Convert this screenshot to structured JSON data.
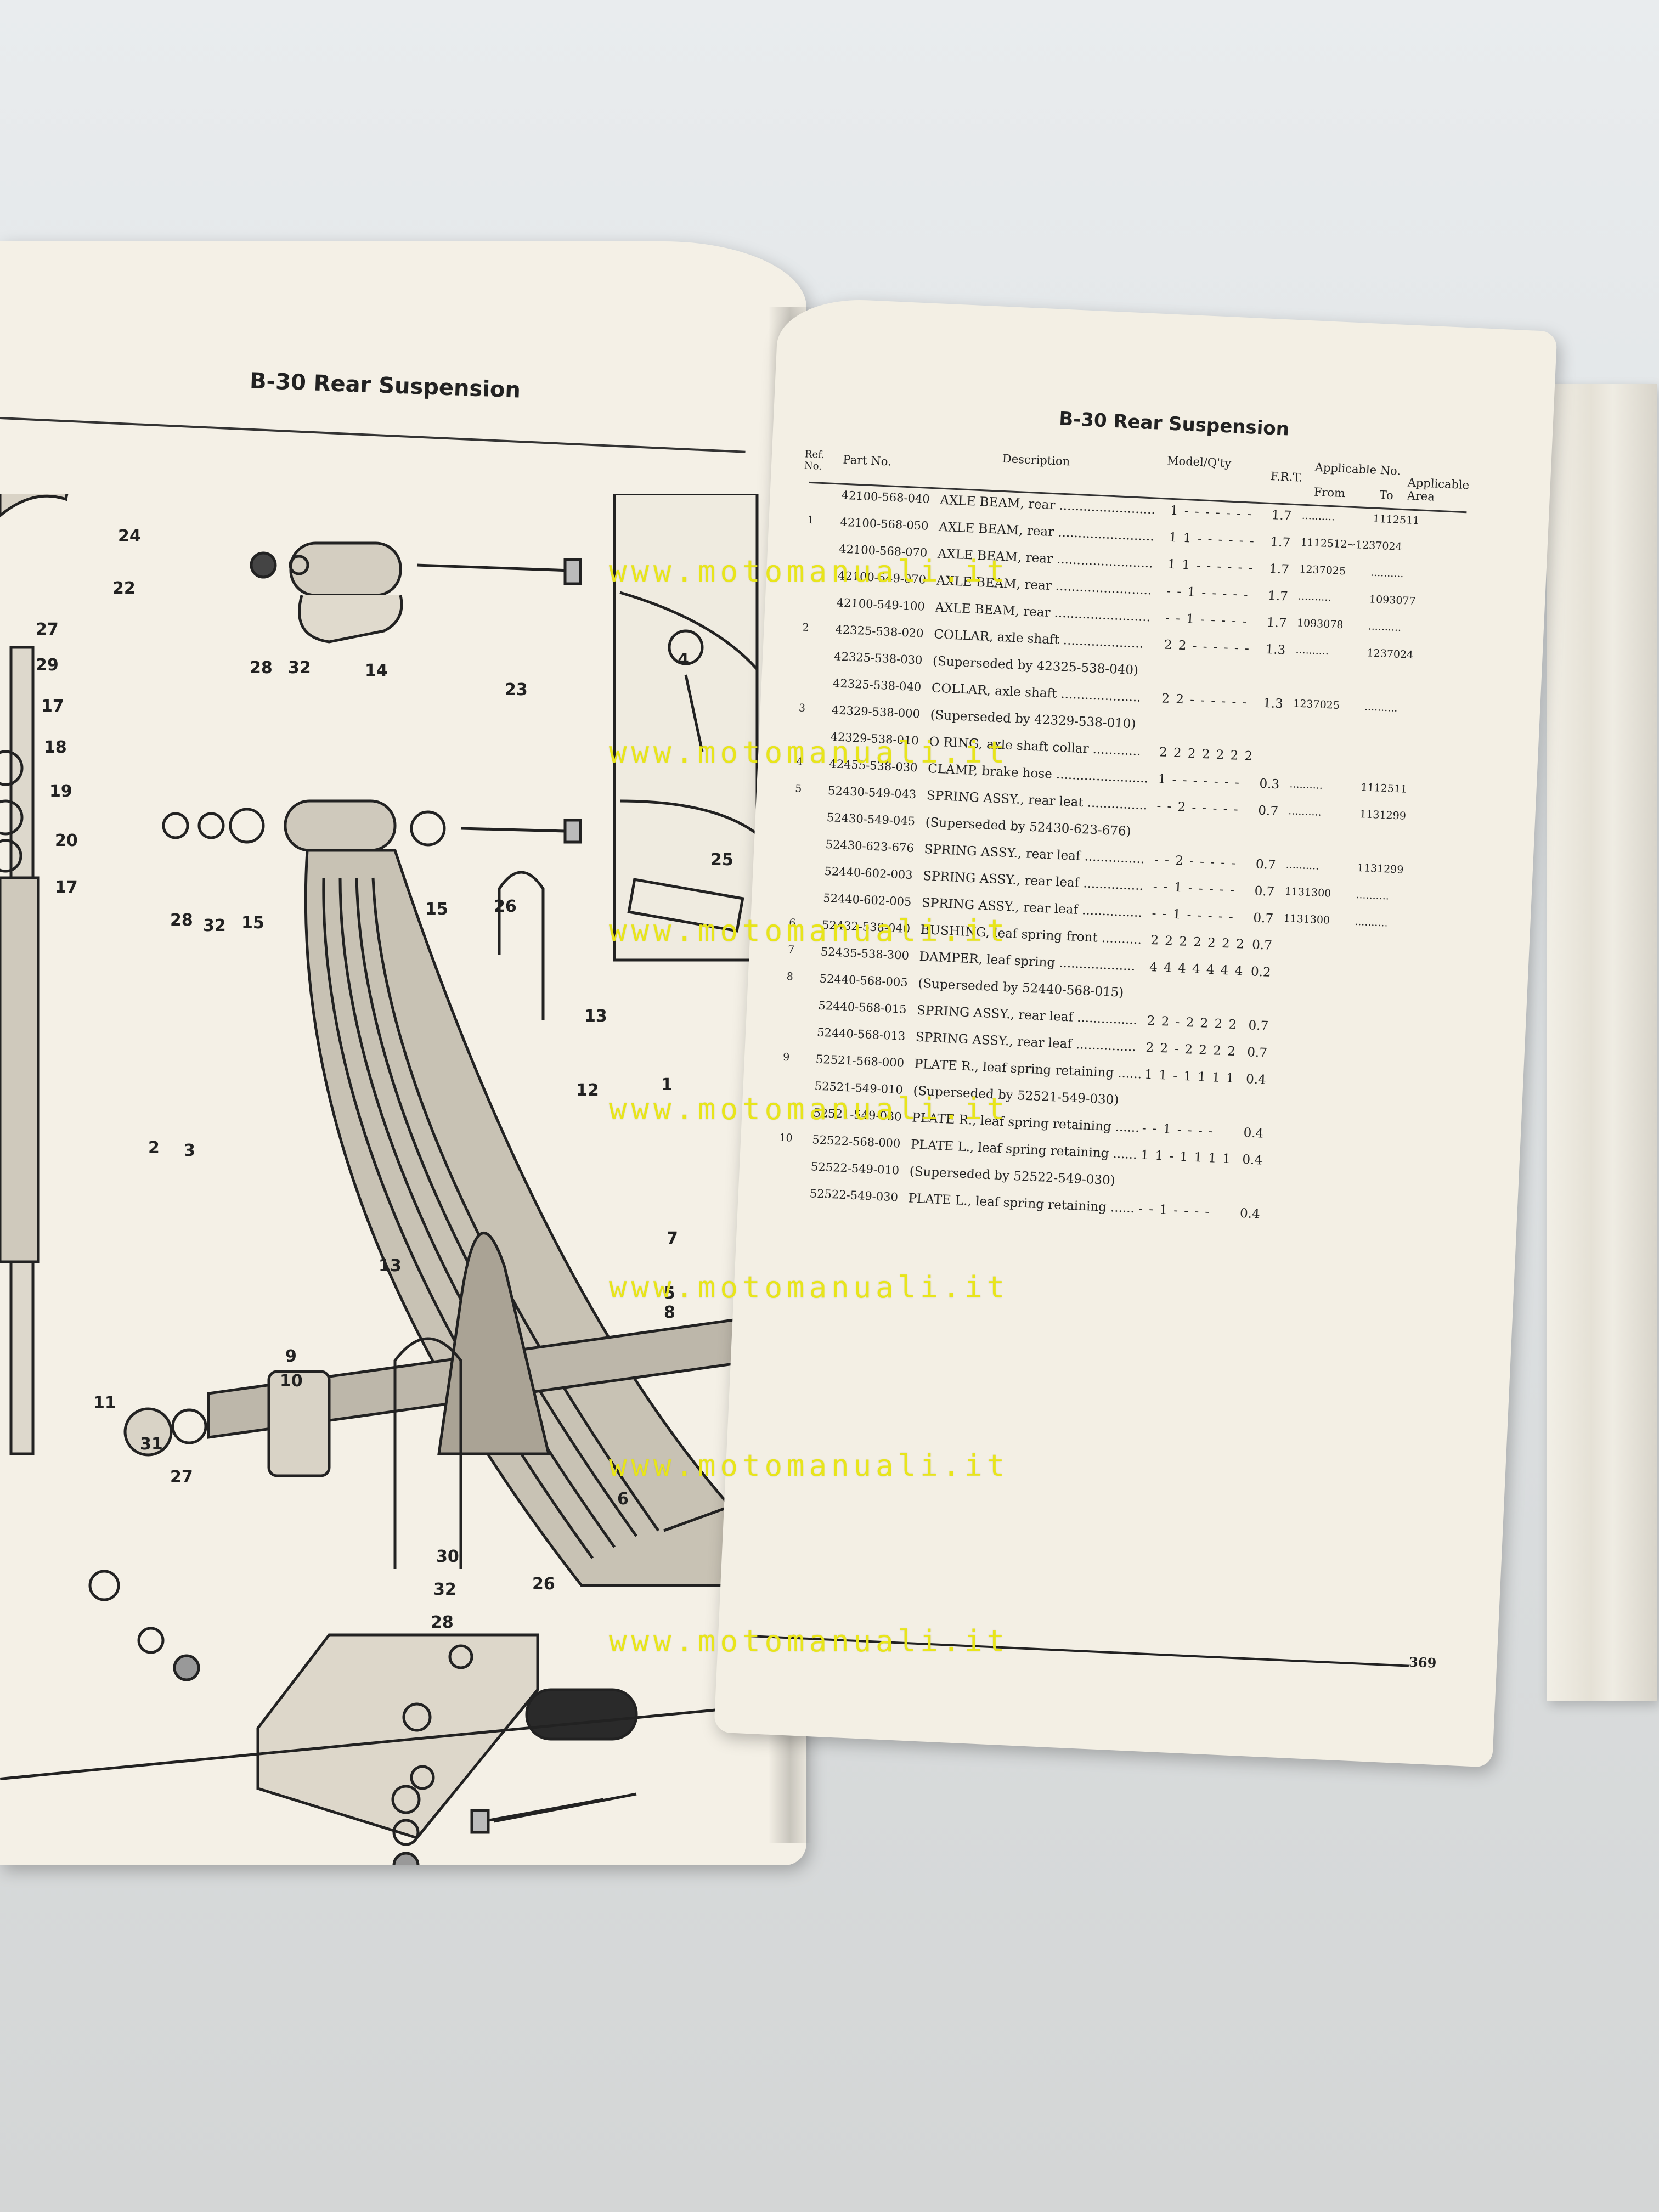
{
  "left_page": {
    "header": "B-30  Rear Suspension",
    "callouts": [
      "24",
      "22",
      "27",
      "29",
      "17",
      "18",
      "19",
      "20",
      "17",
      "28",
      "32",
      "14",
      "23",
      "28",
      "32",
      "15",
      "15",
      "26",
      "13",
      "12",
      "1",
      "4",
      "25",
      "2",
      "3",
      "13",
      "7",
      "9",
      "10",
      "5",
      "8",
      "11",
      "31",
      "27",
      "6",
      "30",
      "32",
      "28",
      "26"
    ]
  },
  "right_page": {
    "header": "B-30  Rear Suspension",
    "columns": {
      "ref": "Ref. No.",
      "part": "Part No.",
      "desc": "Description",
      "model": "Model/Q'ty",
      "frt": "F.R.T.",
      "applicable_no": "Applicable No.",
      "from": "From",
      "to": "To",
      "area": "Applicable Area"
    },
    "rows": [
      {
        "ref": "",
        "part": "42100-568-040",
        "desc": "AXLE BEAM, rear ........................",
        "qty": "1 - - - - - - -",
        "frt": "1.7",
        "from": "..........",
        "to": "1112511"
      },
      {
        "ref": "1",
        "part": "42100-568-050",
        "desc": "AXLE BEAM, rear ........................",
        "qty": "1 1 - - - - - -",
        "frt": "1.7",
        "from": "1112512~1237024",
        "to": ""
      },
      {
        "ref": "",
        "part": "42100-568-070",
        "desc": "AXLE BEAM, rear ........................",
        "qty": "1 1 - - - - - -",
        "frt": "1.7",
        "from": "1237025",
        "to": ".........."
      },
      {
        "ref": "",
        "part": "42100-549-070",
        "desc": "AXLE BEAM, rear ........................",
        "qty": "- - 1 - - - - -",
        "frt": "1.7",
        "from": "..........",
        "to": "1093077"
      },
      {
        "ref": "",
        "part": "42100-549-100",
        "desc": "AXLE BEAM, rear ........................",
        "qty": "- - 1 - - - - -",
        "frt": "1.7",
        "from": "1093078",
        "to": ".........."
      },
      {
        "ref": "2",
        "part": "42325-538-020",
        "desc": "COLLAR, axle shaft ....................",
        "qty": "2 2 - - - - - -",
        "frt": "1.3",
        "from": "..........",
        "to": "1237024"
      },
      {
        "ref": "",
        "part": "42325-538-030",
        "desc": "(Superseded by 42325-538-040)",
        "qty": "",
        "frt": "",
        "from": "",
        "to": ""
      },
      {
        "ref": "",
        "part": "42325-538-040",
        "desc": "COLLAR, axle shaft ....................",
        "qty": "2 2 - - - - - -",
        "frt": "1.3",
        "from": "1237025",
        "to": ".........."
      },
      {
        "ref": "3",
        "part": "42329-538-000",
        "desc": "(Superseded by 42329-538-010)",
        "qty": "",
        "frt": "",
        "from": "",
        "to": ""
      },
      {
        "ref": "",
        "part": "42329-538-010",
        "desc": "O RING, axle shaft collar ............",
        "qty": "2 2 2 2 2 2 2",
        "frt": "",
        "from": "",
        "to": ""
      },
      {
        "ref": "4",
        "part": "42455-538-030",
        "desc": "CLAMP, brake hose .......................",
        "qty": "1 - - - - - - -",
        "frt": "0.3",
        "from": "..........",
        "to": "1112511"
      },
      {
        "ref": "5",
        "part": "52430-549-043",
        "desc": "SPRING ASSY., rear leat ...............",
        "qty": "- - 2 - - - - -",
        "frt": "0.7",
        "from": "..........",
        "to": "1131299"
      },
      {
        "ref": "",
        "part": "52430-549-045",
        "desc": "(Superseded by 52430-623-676)",
        "qty": "",
        "frt": "",
        "from": "",
        "to": ""
      },
      {
        "ref": "",
        "part": "52430-623-676",
        "desc": "SPRING ASSY., rear leaf ...............",
        "qty": "- - 2 - - - - -",
        "frt": "0.7",
        "from": "..........",
        "to": "1131299"
      },
      {
        "ref": "",
        "part": "52440-602-003",
        "desc": "SPRING ASSY., rear leaf ...............",
        "qty": "- - 1 - - - - -",
        "frt": "0.7",
        "from": "1131300",
        "to": ".........."
      },
      {
        "ref": "",
        "part": "52440-602-005",
        "desc": "SPRING ASSY., rear leaf ...............",
        "qty": "- - 1 - - - - -",
        "frt": "0.7",
        "from": "1131300",
        "to": ".........."
      },
      {
        "ref": "6",
        "part": "52432-538-040",
        "desc": "BUSHING, leaf spring front ..........",
        "qty": "2 2 2 2 2 2 2",
        "frt": "0.7",
        "from": "",
        "to": ""
      },
      {
        "ref": "7",
        "part": "52435-538-300",
        "desc": "DAMPER, leaf spring ...................",
        "qty": "4 4 4 4 4 4 4",
        "frt": "0.2",
        "from": "",
        "to": ""
      },
      {
        "ref": "8",
        "part": "52440-568-005",
        "desc": "(Superseded by 52440-568-015)",
        "qty": "",
        "frt": "",
        "from": "",
        "to": ""
      },
      {
        "ref": "",
        "part": "52440-568-015",
        "desc": "SPRING ASSY., rear leaf ...............",
        "qty": "2 2 - 2 2 2 2",
        "frt": "0.7",
        "from": "",
        "to": ""
      },
      {
        "ref": "",
        "part": "52440-568-013",
        "desc": "SPRING ASSY., rear leaf ...............",
        "qty": "2 2 - 2 2 2 2",
        "frt": "0.7",
        "from": "",
        "to": ""
      },
      {
        "ref": "9",
        "part": "52521-568-000",
        "desc": "PLATE R., leaf spring retaining ......",
        "qty": "1 1 - 1 1 1 1",
        "frt": "0.4",
        "from": "",
        "to": ""
      },
      {
        "ref": "",
        "part": "52521-549-010",
        "desc": "(Superseded by 52521-549-030)",
        "qty": "",
        "frt": "",
        "from": "",
        "to": ""
      },
      {
        "ref": "",
        "part": "52521-549-030",
        "desc": "PLATE R., leaf spring retaining ......",
        "qty": "- - 1 - - - -",
        "frt": "0.4",
        "from": "",
        "to": ""
      },
      {
        "ref": "10",
        "part": "52522-568-000",
        "desc": "PLATE L., leaf spring retaining ......",
        "qty": "1 1 - 1 1 1 1",
        "frt": "0.4",
        "from": "",
        "to": ""
      },
      {
        "ref": "",
        "part": "52522-549-010",
        "desc": "(Superseded by 52522-549-030)",
        "qty": "",
        "frt": "",
        "from": "",
        "to": ""
      },
      {
        "ref": "",
        "part": "52522-549-030",
        "desc": "PLATE L., leaf spring retaining ......",
        "qty": "- - 1 - - - -",
        "frt": "0.4",
        "from": "",
        "to": ""
      }
    ],
    "page_number": "369"
  },
  "watermark": "www.motomanuali.it",
  "colors": {
    "watermark": "#e8e51a",
    "paper": "#f4f0e6",
    "ink": "#222222"
  }
}
